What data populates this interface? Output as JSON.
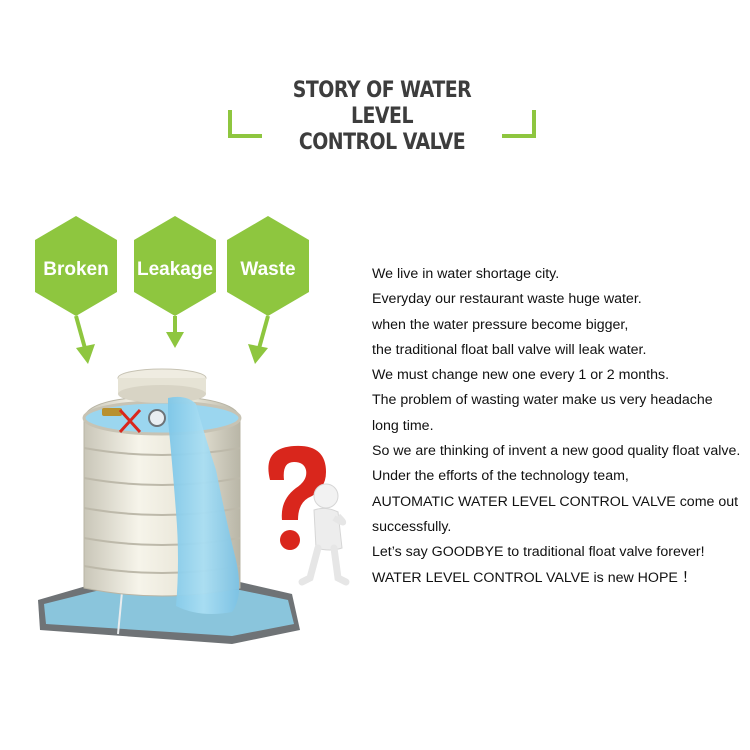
{
  "header": {
    "title_line1": "STORY OF WATER LEVEL",
    "title_line2": "CONTROL VALVE"
  },
  "badges": [
    {
      "label": "Broken"
    },
    {
      "label": "Leakage"
    },
    {
      "label": "Waste"
    }
  ],
  "story": {
    "lines": [
      "We live in water shortage city.",
      "Everyday our restaurant waste huge water.",
      "when the water pressure become bigger,",
      "the traditional float ball valve will leak water.",
      "We must change new one every 1 or 2 months.",
      "The problem of wasting water make us very headache",
      "long time.",
      "So we are thinking of invent a new good quality float valve.",
      "Under the efforts of the technology team,",
      "AUTOMATIC WATER LEVEL CONTROL VALVE come out",
      "successfully.",
      "Let’s say GOODBYE to traditional float valve forever!",
      "WATER LEVEL CONTROL VALVE is new HOPE ！"
    ]
  },
  "colors": {
    "accent_green": "#8ec63f",
    "water_blue": "#8fd3ef",
    "question_red": "#d9261c"
  }
}
